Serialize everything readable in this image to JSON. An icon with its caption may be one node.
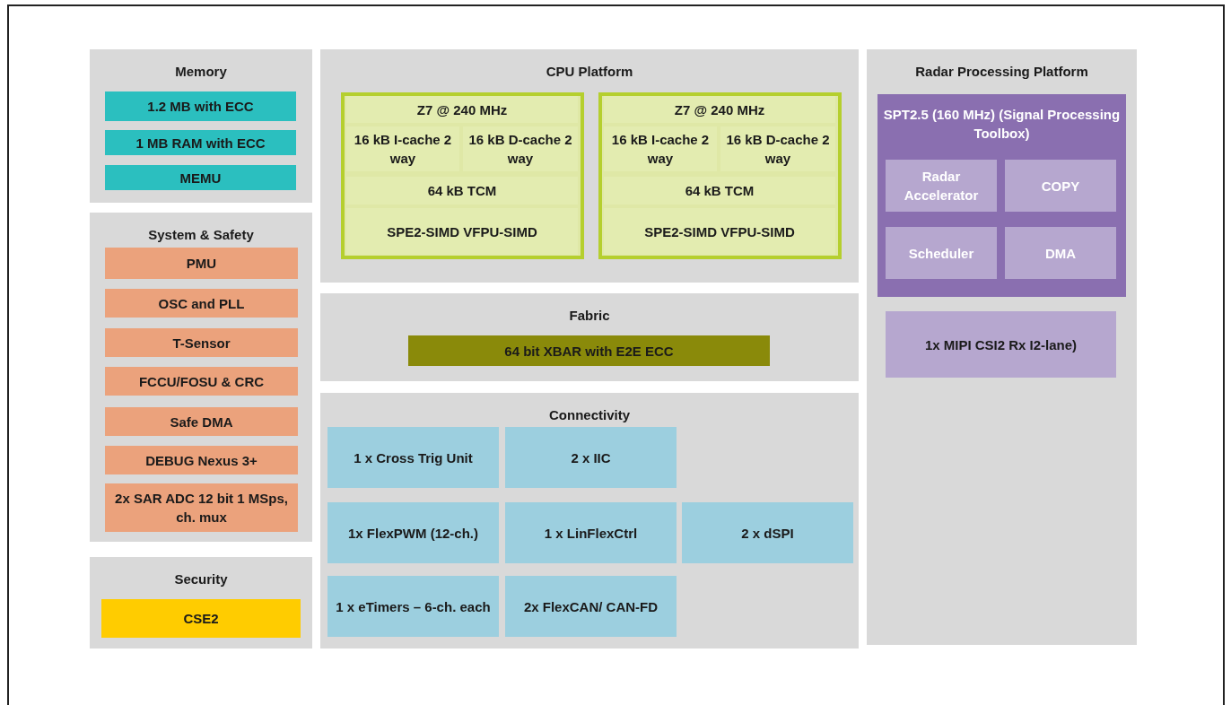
{
  "diagram": {
    "nodes": [
      {
        "text": [
          "Memory"
        ]
      },
      {
        "text": [
          "1.2 MB with ECC"
        ],
        "in": 0
      },
      {
        "text": [
          "1 MB RAM with ECC"
        ],
        "in": 0
      },
      {
        "text": [
          "MEMU"
        ],
        "in": 0
      },
      {
        "text": [
          "System & Safety"
        ]
      },
      {
        "text": [
          "PMU"
        ],
        "in": 4
      },
      {
        "text": [
          "OSC and PLL"
        ],
        "in": 4
      },
      {
        "text": [
          "T-Sensor"
        ],
        "in": 4
      },
      {
        "text": [
          "FCCU/FOSU & CRC"
        ],
        "in": 4
      },
      {
        "text": [
          "Safe DMA"
        ],
        "in": 4
      },
      {
        "text": [
          "DEBUG Nexus 3+"
        ],
        "in": 4
      },
      {
        "text": [
          "2x SAR ADC 12 bit 1 MSps, ch. mux"
        ],
        "in": 4
      },
      {
        "text": [
          "Security"
        ]
      },
      {
        "text": [
          "CSE2"
        ],
        "in": 12
      },
      {
        "text": [
          "CPU Platform"
        ]
      },
      {
        "text": [],
        "shape": "box",
        "in": 14
      },
      {
        "text": [
          "Z7  @ 240 MHz"
        ],
        "in": 15
      },
      {
        "text": [
          "16 kB I-cache 2 way"
        ],
        "in": 15
      },
      {
        "text": [
          "16 kB D-cache 2 way"
        ],
        "in": 15
      },
      {
        "text": [
          "64 kB TCM"
        ],
        "in": 15
      },
      {
        "text": [
          "SPE2-SIMD VFPU-SIMD"
        ],
        "in": 15
      },
      {
        "text": [],
        "shape": "box",
        "in": 14
      },
      {
        "text": [
          "Z7  @ 240 MHz"
        ],
        "in": 21
      },
      {
        "text": [
          "16 kB I-cache 2 way"
        ],
        "in": 21
      },
      {
        "text": [
          "16 kB D-cache 2 way"
        ],
        "in": 21
      },
      {
        "text": [
          "64 kB TCM"
        ],
        "in": 21
      },
      {
        "text": [
          "SPE2-SIMD VFPU-SIMD"
        ],
        "in": 21
      },
      {
        "text": [
          "Fabric"
        ]
      },
      {
        "text": [
          "64 bit XBAR with E2E ECC"
        ],
        "in": 27
      },
      {
        "text": [
          "Connectivity"
        ]
      },
      {
        "text": [
          "1 x Cross Trig Unit"
        ],
        "in": 29
      },
      {
        "text": [
          "2 x IIC"
        ],
        "in": 29
      },
      {
        "text": [
          "1x FlexPWM (12-ch.)"
        ],
        "in": 29
      },
      {
        "text": [
          "1 x LinFlexCtrl"
        ],
        "in": 29
      },
      {
        "text": [
          "2 x dSPI"
        ],
        "in": 29
      },
      {
        "text": [
          "1 x eTimers – 6-ch. each"
        ],
        "in": 29
      },
      {
        "text": [
          "2x FlexCAN/ CAN-FD"
        ],
        "in": 29
      },
      {
        "text": [
          "Radar Processing Platform"
        ]
      },
      {
        "text": [
          "SPT2.5 (160 MHz) (Signal Processing Toolbox)"
        ],
        "in": 37
      },
      {
        "text": [
          "Radar Accelerator"
        ],
        "in": 38
      },
      {
        "text": [
          "COPY"
        ],
        "in": 38
      },
      {
        "text": [
          "Scheduler"
        ],
        "in": 38
      },
      {
        "text": [
          "DMA"
        ],
        "in": 38
      },
      {
        "text": [
          "1x MIPI CSI2 Rx I2-lane)"
        ],
        "in": 37
      }
    ],
    "edges": []
  }
}
